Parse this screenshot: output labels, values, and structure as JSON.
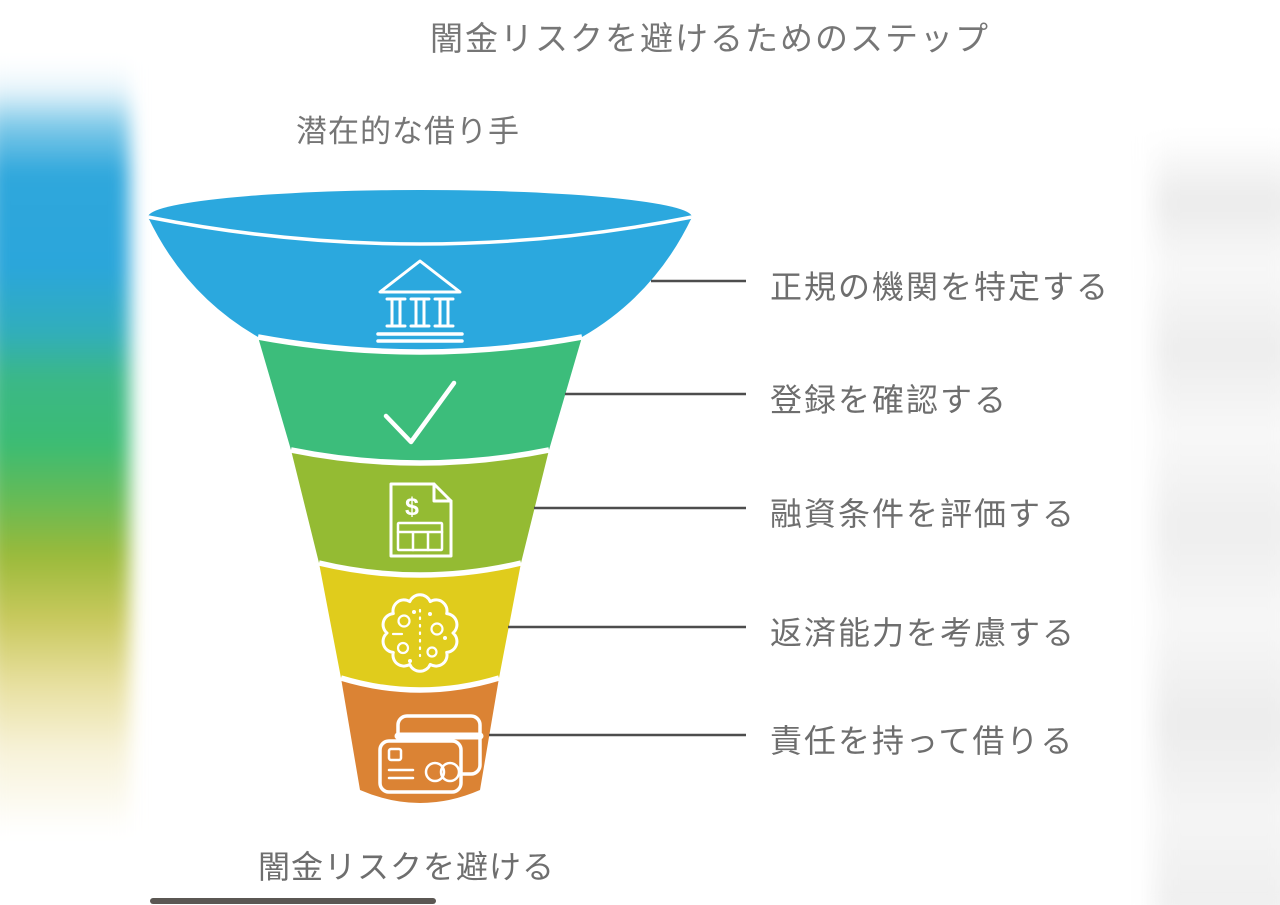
{
  "title": "闇金リスクを避けるためのステップ",
  "chart_data": {
    "type": "funnel",
    "title": "闇金リスクを避けるためのステップ",
    "input_label": "潜在的な借り手",
    "output_label": "闇金リスクを避ける",
    "labels_position": "right",
    "stages": [
      {
        "label": "正規の機関を特定する",
        "icon": "bank-icon",
        "color": "#2BA8DE"
      },
      {
        "label": "登録を確認する",
        "icon": "checkmark-icon",
        "color": "#3CBD7B"
      },
      {
        "label": "融資条件を評価する",
        "icon": "invoice-icon",
        "color": "#94BB33",
        "icon_glyph": "$"
      },
      {
        "label": "返済能力を考慮する",
        "icon": "ai-brain-icon",
        "color": "#E0CC1C"
      },
      {
        "label": "責任を持って借りる",
        "icon": "credit-cards-icon",
        "color": "#DB8334"
      }
    ],
    "text_color": "#6E6E6E",
    "connector_color": "#4D4D4D"
  }
}
